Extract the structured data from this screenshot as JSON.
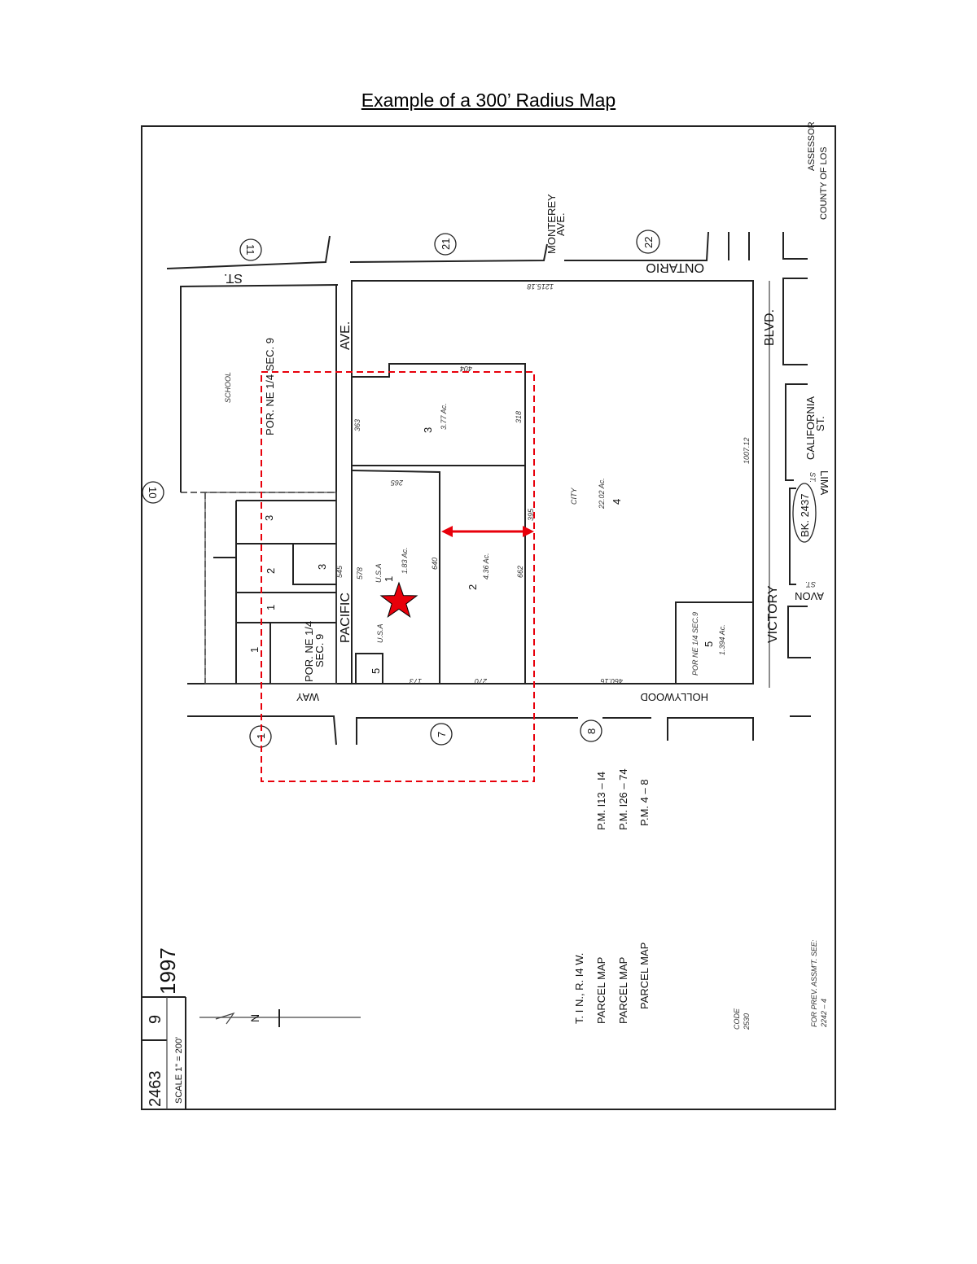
{
  "title": "Example of a 300’ Radius Map",
  "colors": {
    "radius": "#e8000b",
    "star": "#e8000b",
    "lines": "#222222"
  },
  "map": {
    "streets": {
      "pacific": "PACIFIC",
      "ave": "AVE.",
      "st": "ST.",
      "ontario": "ONTARIO",
      "blvd": "BLVD.",
      "monterey": "MONTEREY",
      "monterey_ave": "AVE.",
      "california": "CALIFORNIA",
      "california_st": "ST.",
      "lima": "LIMA",
      "lima_st": "ST.",
      "avon": "AVON",
      "avon_st": "ST.",
      "victory": "VICTORY",
      "hollywood": "HOLLYWOOD",
      "way": "WAY"
    },
    "blocks": [
      "10",
      "11",
      "21",
      "22",
      "7",
      "8",
      "1"
    ],
    "parcels": {
      "p3": "3",
      "p3_area": "3.77 Ac.",
      "p2": "2",
      "p2_area": "4.36 Ac.",
      "p1": "1",
      "p1_owner": "U.S.A",
      "p1_area": "1.83 Ac.",
      "p4": "4",
      "p4_owner": "CITY",
      "p4_area": "22.02 Ac.",
      "p5": "5",
      "p5_desc": "POR NE 1/4 SEC.9",
      "p5_area": "1.394 Ac.",
      "p5_small": "5",
      "usa2": "U.S.A",
      "school": "SCHOOL",
      "por_ne_top": "POR. NE 1/4 SEC. 9",
      "por_ne_left": "POR. NE 1/4",
      "sec9": "SEC. 9",
      "l3": "3",
      "l2": "2",
      "l3b": "3",
      "l1": "1",
      "l1b": "1"
    },
    "book": "BK. 2437",
    "dimensions": [
      "265",
      "640",
      "662",
      "270",
      "460.16",
      "1007.12",
      "578",
      "363",
      "318",
      "404",
      "395",
      "545",
      "1215.18",
      "173"
    ],
    "radius_label": "300’"
  },
  "title_block": {
    "book": "2463",
    "page": "9",
    "scale": "SCALE 1\" = 200'",
    "year": "1997",
    "north": "N"
  },
  "legend": {
    "township": "T. I N., R. I4 W.",
    "pm1_label": "PARCEL MAP",
    "pm1": "P.M. I13 – I4",
    "pm2_label": "PARCEL MAP",
    "pm2": "P.M. I26 – 74",
    "pm3_label": "PARCEL MAP",
    "pm3": "P.M. 4 – 8",
    "code_label": "CODE",
    "code": "2530",
    "prev_label": "FOR PREV. ASSM'T. SEE:",
    "prev": "2242 – 4",
    "assessor": "ASSESSOR",
    "county": "COUNTY OF LOS"
  }
}
